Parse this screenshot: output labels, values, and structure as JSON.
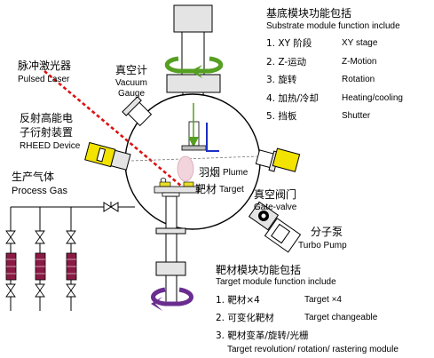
{
  "labels": {
    "substrate_title_cn": "基底模块功能包括",
    "substrate_title_en": "Substrate module function include",
    "laser_cn": "脉冲激光器",
    "laser_en": "Pulsed Laser",
    "vacuum_cn": "真空计",
    "vacuum_en_1": "Vacuum",
    "vacuum_en_2": "Gauge",
    "rheed_cn_1": "反射高能电",
    "rheed_cn_2": "子衍射装置",
    "rheed_en": "RHEED Device",
    "gas_cn": "生产气体",
    "gas_en": "Process Gas",
    "plume_cn": "羽烟",
    "plume_en": "Plume",
    "target_cn": "靶材",
    "target_en": "Target",
    "gate_cn": "真空阀门",
    "gate_en": "Gate-valve",
    "pump_cn": "分子泵",
    "pump_en": "Turbo Pump",
    "target_title_cn": "靶材模块功能包括",
    "target_title_en": "Target module function include"
  },
  "substrate_functions": [
    {
      "num": "1.",
      "cn": "XY 阶段",
      "en": "XY stage"
    },
    {
      "num": "2.",
      "cn": "Z-运动",
      "en": "Z-Motion"
    },
    {
      "num": "3.",
      "cn": "旋转",
      "en": "Rotation"
    },
    {
      "num": "4.",
      "cn": "加热/冷却",
      "en": "Heating/cooling"
    },
    {
      "num": "5.",
      "cn": "挡板",
      "en": "Shutter"
    }
  ],
  "target_functions": [
    {
      "num": "1.",
      "cn": "靶材×4",
      "en": "Target ×4"
    },
    {
      "num": "2.",
      "cn": "可变化靶材",
      "en": "Target changeable"
    },
    {
      "num": "3.",
      "cn": "靶材变革/旋转/光栅",
      "en": "Target revolution/ rotation/ rastering module"
    }
  ],
  "colors": {
    "chamber": "#000000",
    "flange_fill": "#e4e4e4",
    "column_fill": "#ffffff",
    "module_box": "#c9e2c9",
    "rotation_arrow_green": "#559f22",
    "rotation_arrow_purple": "#6a2d8f",
    "laser_red": "#dd1111",
    "rheed_yellow": "#f2e300",
    "gas_cylinder": "#8a1a44",
    "shutter_blue": "#1c2fc4",
    "plume_pink": "#f2d4dc"
  }
}
